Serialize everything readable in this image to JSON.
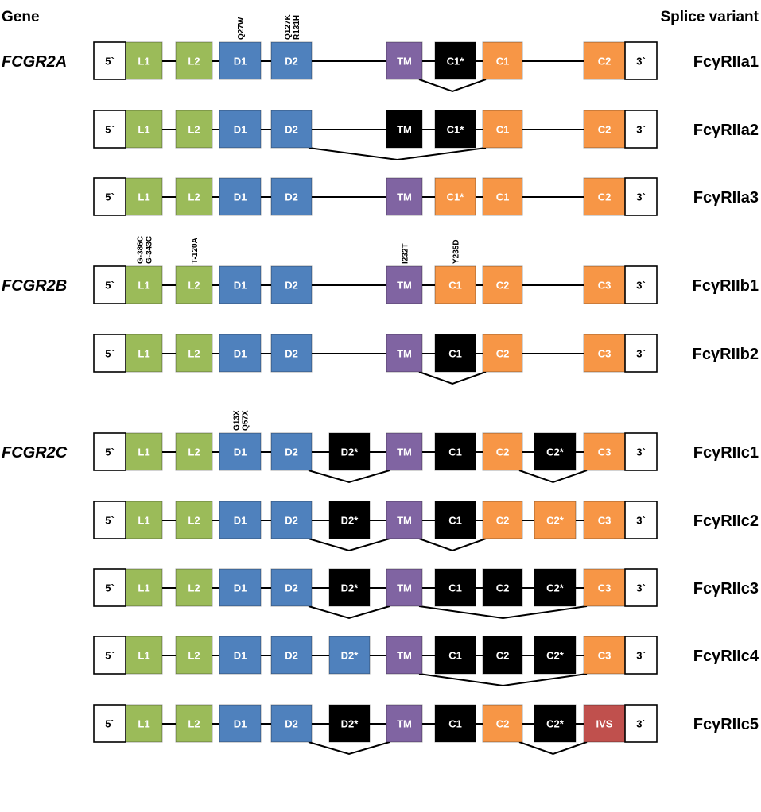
{
  "headers": {
    "gene": "Gene",
    "splice_variant": "Splice variant"
  },
  "colors": {
    "white": "#ffffff",
    "green": "#9bbb59",
    "blue": "#4f81bd",
    "purple": "#8064a2",
    "orange": "#f79646",
    "black": "#000000",
    "red": "#c0504d"
  },
  "rows": [
    {
      "gene": "FCGR2A",
      "variant": "FcγRIIa1",
      "exons": [
        {
          "label": "5`",
          "color": "white"
        },
        {
          "label": "L1",
          "color": "green"
        },
        {
          "label": "L2",
          "color": "green"
        },
        {
          "label": "D1",
          "color": "blue"
        },
        {
          "label": "D2",
          "color": "blue"
        },
        {
          "label": "TM",
          "color": "purple"
        },
        {
          "label": "C1*",
          "color": "black"
        },
        {
          "label": "C1",
          "color": "orange"
        },
        {
          "label": "C2",
          "color": "orange"
        },
        {
          "label": "3`",
          "color": "white"
        }
      ],
      "splices": [
        {
          "from": "TM",
          "to": "C1"
        }
      ],
      "mutations": [
        {
          "exon": "D1",
          "labels": [
            "Q27W"
          ]
        },
        {
          "exon": "D2",
          "labels": [
            "Q127K",
            "R131H"
          ]
        }
      ]
    },
    {
      "gene": "",
      "variant": "FcγRIIa2",
      "exons": [
        {
          "label": "5`",
          "color": "white"
        },
        {
          "label": "L1",
          "color": "green"
        },
        {
          "label": "L2",
          "color": "green"
        },
        {
          "label": "D1",
          "color": "blue"
        },
        {
          "label": "D2",
          "color": "blue"
        },
        {
          "label": "TM",
          "color": "black"
        },
        {
          "label": "C1*",
          "color": "black"
        },
        {
          "label": "C1",
          "color": "orange"
        },
        {
          "label": "C2",
          "color": "orange"
        },
        {
          "label": "3`",
          "color": "white"
        }
      ],
      "splices": [
        {
          "from": "D2",
          "to": "C1"
        }
      ],
      "mutations": []
    },
    {
      "gene": "",
      "variant": "FcγRIIa3",
      "exons": [
        {
          "label": "5`",
          "color": "white"
        },
        {
          "label": "L1",
          "color": "green"
        },
        {
          "label": "L2",
          "color": "green"
        },
        {
          "label": "D1",
          "color": "blue"
        },
        {
          "label": "D2",
          "color": "blue"
        },
        {
          "label": "TM",
          "color": "purple"
        },
        {
          "label": "C1*",
          "color": "orange"
        },
        {
          "label": "C1",
          "color": "orange"
        },
        {
          "label": "C2",
          "color": "orange"
        },
        {
          "label": "3`",
          "color": "white"
        }
      ],
      "splices": [],
      "mutations": []
    },
    {
      "gene": "FCGR2B",
      "variant": "FcγRIIb1",
      "exons": [
        {
          "label": "5`",
          "color": "white"
        },
        {
          "label": "L1",
          "color": "green"
        },
        {
          "label": "L2",
          "color": "green"
        },
        {
          "label": "D1",
          "color": "blue"
        },
        {
          "label": "D2",
          "color": "blue"
        },
        {
          "label": "TM",
          "color": "purple"
        },
        {
          "label": "C1",
          "color": "orange"
        },
        {
          "label": "C2",
          "color": "orange"
        },
        {
          "label": "C3",
          "color": "orange"
        },
        {
          "label": "3`",
          "color": "white"
        }
      ],
      "splices": [],
      "mutations": [
        {
          "exon": "L1",
          "labels": [
            "G-386C",
            "G-343C"
          ]
        },
        {
          "exon": "L2",
          "labels": [
            "T-120A"
          ]
        },
        {
          "exon": "TM",
          "labels": [
            "I232T"
          ]
        },
        {
          "exon": "C1",
          "labels": [
            "Y235D"
          ]
        }
      ]
    },
    {
      "gene": "",
      "variant": "FcγRIIb2",
      "exons": [
        {
          "label": "5`",
          "color": "white"
        },
        {
          "label": "L1",
          "color": "green"
        },
        {
          "label": "L2",
          "color": "green"
        },
        {
          "label": "D1",
          "color": "blue"
        },
        {
          "label": "D2",
          "color": "blue"
        },
        {
          "label": "TM",
          "color": "purple"
        },
        {
          "label": "C1",
          "color": "black"
        },
        {
          "label": "C2",
          "color": "orange"
        },
        {
          "label": "C3",
          "color": "orange"
        },
        {
          "label": "3`",
          "color": "white"
        }
      ],
      "splices": [
        {
          "from": "TM",
          "to": "C2"
        }
      ],
      "mutations": []
    },
    {
      "gene": "FCGR2C",
      "variant": "FcγRIIc1",
      "exons": [
        {
          "label": "5`",
          "color": "white"
        },
        {
          "label": "L1",
          "color": "green"
        },
        {
          "label": "L2",
          "color": "green"
        },
        {
          "label": "D1",
          "color": "blue"
        },
        {
          "label": "D2",
          "color": "blue"
        },
        {
          "label": "D2*",
          "color": "black"
        },
        {
          "label": "TM",
          "color": "purple"
        },
        {
          "label": "C1",
          "color": "black"
        },
        {
          "label": "C2",
          "color": "orange"
        },
        {
          "label": "C2*",
          "color": "black"
        },
        {
          "label": "C3",
          "color": "orange"
        },
        {
          "label": "3`",
          "color": "white"
        }
      ],
      "splices": [
        {
          "from": "D2",
          "to": "TM"
        },
        {
          "from": "C2",
          "to": "C3"
        }
      ],
      "mutations": [
        {
          "exon": "D1",
          "labels": [
            "G13X",
            "Q57X"
          ]
        }
      ]
    },
    {
      "gene": "",
      "variant": "FcγRIIc2",
      "exons": [
        {
          "label": "5`",
          "color": "white"
        },
        {
          "label": "L1",
          "color": "green"
        },
        {
          "label": "L2",
          "color": "green"
        },
        {
          "label": "D1",
          "color": "blue"
        },
        {
          "label": "D2",
          "color": "blue"
        },
        {
          "label": "D2*",
          "color": "black"
        },
        {
          "label": "TM",
          "color": "purple"
        },
        {
          "label": "C1",
          "color": "black"
        },
        {
          "label": "C2",
          "color": "orange"
        },
        {
          "label": "C2*",
          "color": "orange"
        },
        {
          "label": "C3",
          "color": "orange"
        },
        {
          "label": "3`",
          "color": "white"
        }
      ],
      "splices": [
        {
          "from": "D2",
          "to": "TM"
        },
        {
          "from": "TM",
          "to": "C2"
        }
      ],
      "mutations": []
    },
    {
      "gene": "",
      "variant": "FcγRIIc3",
      "exons": [
        {
          "label": "5`",
          "color": "white"
        },
        {
          "label": "L1",
          "color": "green"
        },
        {
          "label": "L2",
          "color": "green"
        },
        {
          "label": "D1",
          "color": "blue"
        },
        {
          "label": "D2",
          "color": "blue"
        },
        {
          "label": "D2*",
          "color": "black"
        },
        {
          "label": "TM",
          "color": "purple"
        },
        {
          "label": "C1",
          "color": "black"
        },
        {
          "label": "C2",
          "color": "black"
        },
        {
          "label": "C2*",
          "color": "black"
        },
        {
          "label": "C3",
          "color": "orange"
        },
        {
          "label": "3`",
          "color": "white"
        }
      ],
      "splices": [
        {
          "from": "D2",
          "to": "TM"
        },
        {
          "from": "TM",
          "to": "C3"
        }
      ],
      "mutations": []
    },
    {
      "gene": "",
      "variant": "FcγRIIc4",
      "exons": [
        {
          "label": "5`",
          "color": "white"
        },
        {
          "label": "L1",
          "color": "green"
        },
        {
          "label": "L2",
          "color": "green"
        },
        {
          "label": "D1",
          "color": "blue"
        },
        {
          "label": "D2",
          "color": "blue"
        },
        {
          "label": "D2*",
          "color": "blue"
        },
        {
          "label": "TM",
          "color": "purple"
        },
        {
          "label": "C1",
          "color": "black"
        },
        {
          "label": "C2",
          "color": "black"
        },
        {
          "label": "C2*",
          "color": "black"
        },
        {
          "label": "C3",
          "color": "orange"
        },
        {
          "label": "3`",
          "color": "white"
        }
      ],
      "splices": [
        {
          "from": "TM",
          "to": "C3"
        }
      ],
      "mutations": []
    },
    {
      "gene": "",
      "variant": "FcγRIIc5",
      "exons": [
        {
          "label": "5`",
          "color": "white"
        },
        {
          "label": "L1",
          "color": "green"
        },
        {
          "label": "L2",
          "color": "green"
        },
        {
          "label": "D1",
          "color": "blue"
        },
        {
          "label": "D2",
          "color": "blue"
        },
        {
          "label": "D2*",
          "color": "black"
        },
        {
          "label": "TM",
          "color": "purple"
        },
        {
          "label": "C1",
          "color": "black"
        },
        {
          "label": "C2",
          "color": "orange"
        },
        {
          "label": "C2*",
          "color": "black"
        },
        {
          "label": "IVS",
          "color": "red"
        },
        {
          "label": "3`",
          "color": "white"
        }
      ],
      "splices": [
        {
          "from": "D2",
          "to": "TM"
        },
        {
          "from": "C2",
          "to": "IVS"
        }
      ],
      "mutations": []
    }
  ]
}
